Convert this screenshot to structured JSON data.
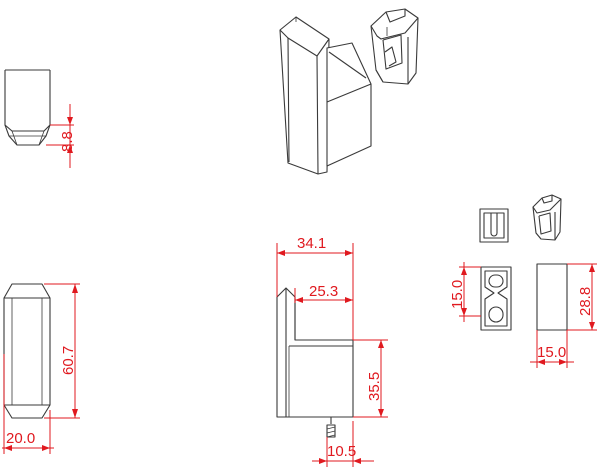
{
  "colors": {
    "outline": "#3a3a3a",
    "dimension": "#e0191f",
    "background": "#ffffff"
  },
  "dimensions": {
    "side_bottom_height": "8.8",
    "front_height": "60.7",
    "front_width": "20.0",
    "side_overall_width": "34.1",
    "side_arm_length": "25.3",
    "side_base_height": "35.5",
    "side_base_width": "10.5",
    "bracket_height": "15.0",
    "bracket_depth": "28.8",
    "bracket_width": "15.0"
  }
}
